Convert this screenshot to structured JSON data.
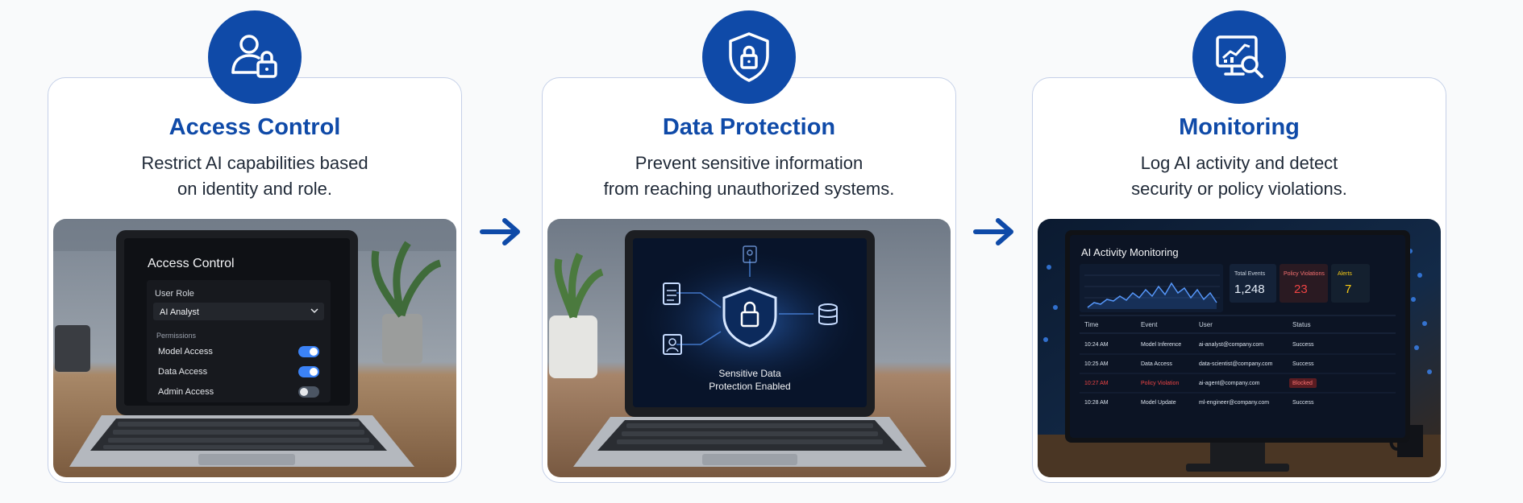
{
  "cards": [
    {
      "title": "Access Control",
      "desc_line1": "Restrict AI capabilities based",
      "desc_line2": "on identity and role.",
      "icon": "user-lock-icon",
      "screen": {
        "title": "Access Control",
        "role_label": "User Role",
        "role_value": "AI Analyst",
        "permissions_label": "Permissions",
        "permissions": [
          {
            "label": "Model Access",
            "enabled": true
          },
          {
            "label": "Data Access",
            "enabled": true
          },
          {
            "label": "Admin Access",
            "enabled": false
          }
        ]
      }
    },
    {
      "title": "Data Protection",
      "desc_line1": "Prevent sensitive information",
      "desc_line2": "from reaching unauthorized systems.",
      "icon": "shield-lock-icon",
      "screen": {
        "caption_line1": "Sensitive Data",
        "caption_line2": "Protection Enabled"
      }
    },
    {
      "title": "Monitoring",
      "desc_line1": "Log AI activity and detect",
      "desc_line2": "security or policy violations.",
      "icon": "monitor-analytics-icon",
      "screen": {
        "title": "AI Activity Monitoring",
        "stats": [
          {
            "label": "Total Events",
            "value": "1,248"
          },
          {
            "label": "Policy Violations",
            "value": "23"
          },
          {
            "label": "Alerts",
            "value": "7"
          }
        ],
        "columns": [
          "Time",
          "Event",
          "User",
          "Status"
        ],
        "rows": [
          [
            "10:24 AM",
            "Model Inference",
            "ai-analyst@company.com",
            "Success"
          ],
          [
            "10:25 AM",
            "Data Access",
            "data-scientist@company.com",
            "Success"
          ],
          [
            "10:27 AM",
            "Policy Violation",
            "ai-agent@company.com",
            "Blocked"
          ],
          [
            "10:28 AM",
            "Model Update",
            "ml-engineer@company.com",
            "Success"
          ]
        ]
      }
    }
  ],
  "colors": {
    "brand": "#0f4aa8",
    "text": "#1f2937",
    "border": "#c5d0e8",
    "toggle_on": "#3b82f6",
    "violation": "#ef4444",
    "alert": "#facc15"
  }
}
